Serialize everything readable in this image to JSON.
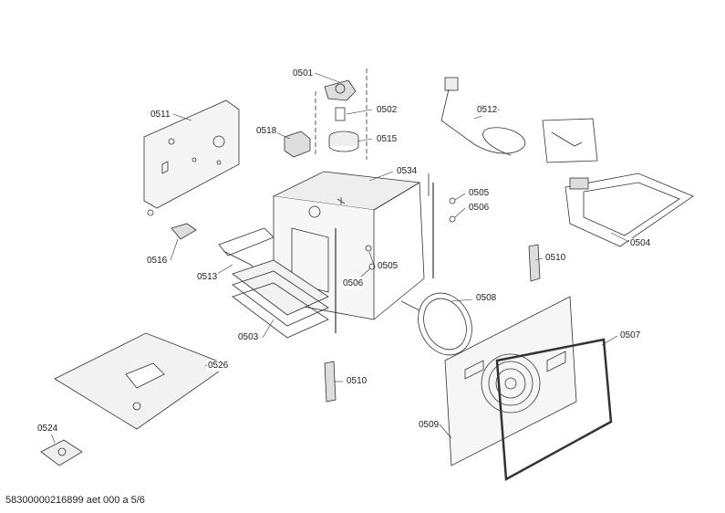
{
  "diagram": {
    "labels": {
      "p0501": "0501",
      "p0502": "0502",
      "p0515": "0515",
      "p0518": "0518",
      "p0511": "0511",
      "p0534": "0534",
      "p0512": "0512",
      "p0505a": "0505",
      "p0506a": "0506",
      "p0504": "0504",
      "p0516": "0516",
      "p0513": "0513",
      "p0505b": "0505",
      "p0506b": "0506",
      "p0510a": "0510",
      "p0508": "0508",
      "p0507": "0507",
      "p0503": "0503",
      "p0526": "0526",
      "p0510b": "0510",
      "p0509": "0509",
      "p0524": "0524"
    }
  },
  "footer": {
    "doc_ref": "58300000216899 aet 000 a 5/6"
  }
}
